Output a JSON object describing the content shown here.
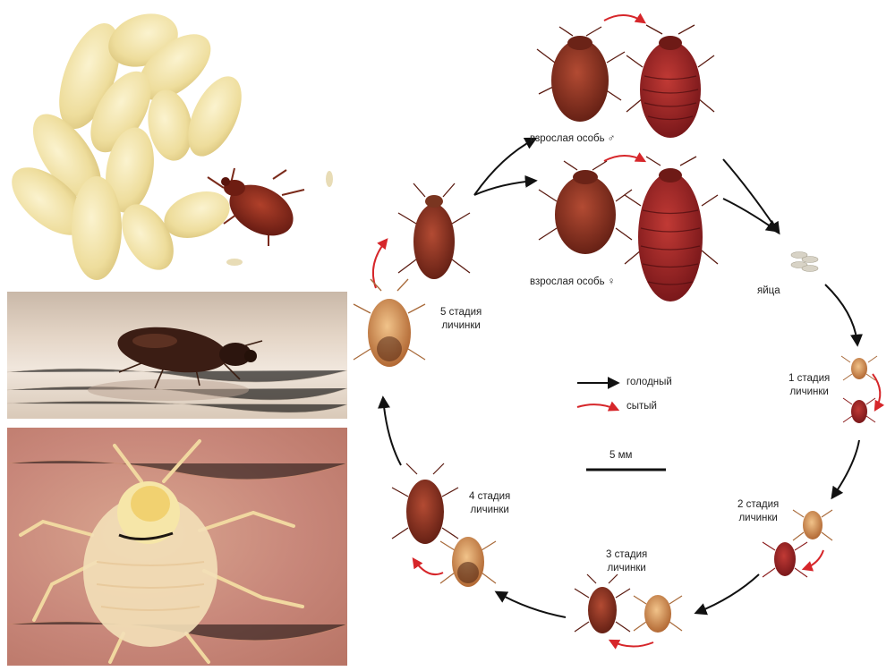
{
  "labels": {
    "adult_male": "взрослая особь ♂",
    "adult_female": "взрослая особь ♀",
    "eggs": "яйца",
    "stage1_line1": "1 стадия",
    "stage1_line2": "личинки",
    "stage2_line1": "2 стадия",
    "stage2_line2": "личинки",
    "stage3_line1": "3 стадия",
    "stage3_line2": "личинки",
    "stage4_line1": "4 стадия",
    "stage4_line2": "личинки",
    "stage5_line1": "5 стадия",
    "stage5_line2": "личинки"
  },
  "legend": {
    "hungry": "голодный",
    "fed": "сытый",
    "scale": "5 мм"
  },
  "colors": {
    "hungry_arrow": "#111111",
    "fed_arrow": "#d6262a",
    "adult_bug": "#8a2a1c",
    "nymph_bug": "#c98a52",
    "fed_bug": "#9c1f22"
  },
  "icons": {
    "male_symbol": "male-icon",
    "female_symbol": "female-icon"
  }
}
